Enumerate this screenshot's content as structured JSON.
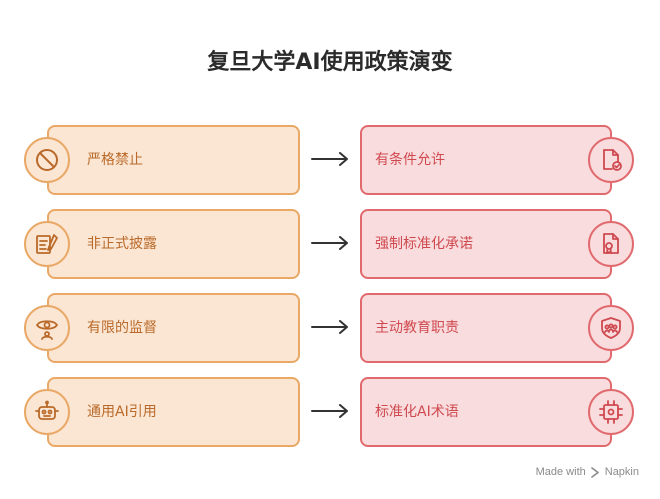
{
  "title": "复旦大学AI使用政策演变",
  "rows": [
    {
      "left": "严格禁止",
      "left_icon": "prohibited-icon",
      "right": "有条件允许",
      "right_icon": "approved-document-icon"
    },
    {
      "left": "非正式披露",
      "left_icon": "pencil-notes-icon",
      "right": "强制标准化承诺",
      "right_icon": "certificate-document-icon"
    },
    {
      "left": "有限的监督",
      "left_icon": "eye-observer-icon",
      "right": "主动教育职责",
      "right_icon": "education-shield-icon"
    },
    {
      "left": "通用AI引用",
      "left_icon": "ai-robot-icon",
      "right": "标准化AI术语",
      "right_icon": "circuit-chip-icon"
    }
  ],
  "footer": {
    "made_with": "Made with",
    "brand": "Napkin"
  },
  "colors": {
    "left_fill": "#fbe6d3",
    "left_border": "#e9a866",
    "left_text": "#b96a2a",
    "right_fill": "#f9dcdd",
    "right_border": "#e06a6e",
    "right_text": "#cf4a50"
  }
}
